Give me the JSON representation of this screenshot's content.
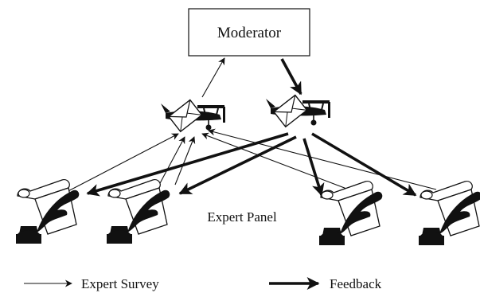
{
  "moderator": {
    "label": "Moderator"
  },
  "panel": {
    "label": "Expert Panel"
  },
  "legend": {
    "survey_label": "Expert Survey",
    "feedback_label": "Feedback"
  },
  "icons": {
    "plane": "biplane-mail-icon",
    "expert": "quill-scroll-inkwell-icon"
  }
}
